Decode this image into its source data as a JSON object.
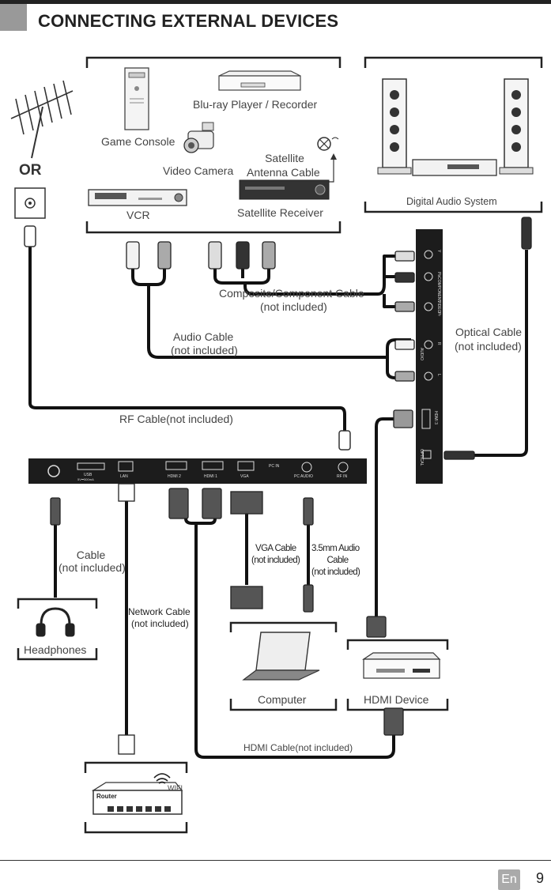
{
  "title": "CONNECTING EXTERNAL DEVICES",
  "or_label": "OR",
  "devices": {
    "game_console": "Game Console",
    "bluray": "Blu-ray Player / Recorder",
    "video_camera": "Video Camera",
    "satellite_antenna_1": "Satellite",
    "satellite_antenna_2": "Antenna Cable",
    "vcr": "VCR",
    "satellite_receiver": "Satellite Receiver",
    "digital_audio": "Digital Audio System",
    "headphones": "Headphones",
    "computer": "Computer",
    "hdmi_device": "HDMI Device",
    "router": "Router",
    "wifi": "WIFI"
  },
  "cables": {
    "composite_1": "Composite/Component Cable",
    "composite_2": "(not included)",
    "audio_1": "Audio Cable",
    "audio_2": "(not included)",
    "optical_1": "Optical Cable",
    "optical_2": "(not included)",
    "rf": "RF Cable(not included)",
    "headphone_1": "Cable",
    "headphone_2": "(not included)",
    "network_1": "Network Cable",
    "network_2": "(not included)",
    "vga_1": "VGA Cable",
    "vga_2": "(not included)",
    "audio35_1": "3.5mm Audio",
    "audio35_2": "Cable",
    "audio35_3": "(not included)",
    "hdmi": "HDMI Cable(not included)"
  },
  "ports_bottom": {
    "usb": "USB",
    "usb_rating": "5V⎓500mA",
    "lan": "LAN",
    "hdmi2": "HDMI 2",
    "hdmi1": "HDMI 1",
    "vga": "VGA",
    "pc_in": "PC IN",
    "pc_audio": "PC AUDIO",
    "rf_in": "RF IN"
  },
  "ports_side": {
    "component": "COMPONENT",
    "video": "VIDEO",
    "y": "Y",
    "pb": "Pb",
    "pr": "Pr",
    "audio": "AUDIO",
    "r": "R",
    "l": "L",
    "hdmi3": "HDMI 3",
    "optical": "OPTICAL"
  },
  "footer": {
    "lang": "En",
    "page": "9"
  }
}
